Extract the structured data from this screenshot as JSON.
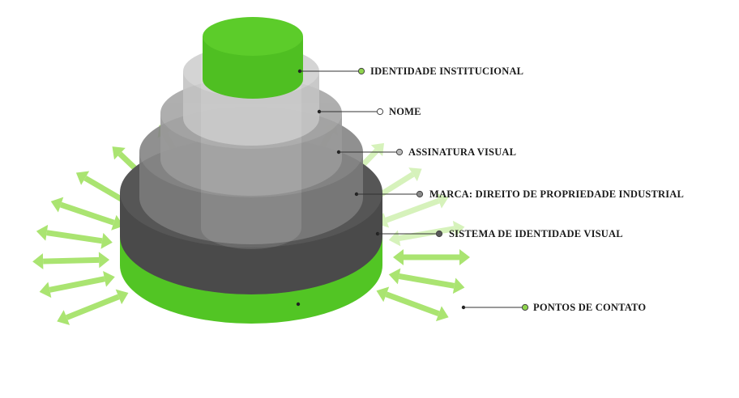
{
  "diagram": {
    "colors": {
      "green": "#5ccc2a",
      "green_dark": "#3f9f1a",
      "arrow": "#a6e36a",
      "layer_dark": "#4a4a4a",
      "layer_mid": "#7e7e7e",
      "layer_light": "#bdbdbd"
    },
    "layers": [
      {
        "id": "identidade",
        "label": "IDENTIDADE INSTITUCIONAL",
        "marker": "green-dot"
      },
      {
        "id": "nome",
        "label": "NOME",
        "marker": "white-dot"
      },
      {
        "id": "assinatura",
        "label": "ASSINATURA VISUAL",
        "marker": "gray-dot"
      },
      {
        "id": "marca",
        "label": "MARCA: DIREITO DE PROPRIEDADE INDUSTRIAL",
        "marker": "gray-dot"
      },
      {
        "id": "sistema",
        "label": "SISTEMA DE IDENTIDADE VISUAL",
        "marker": "dark-dot"
      },
      {
        "id": "pontos",
        "label": "PONTOS DE CONTATO",
        "marker": "green-dot"
      }
    ]
  }
}
